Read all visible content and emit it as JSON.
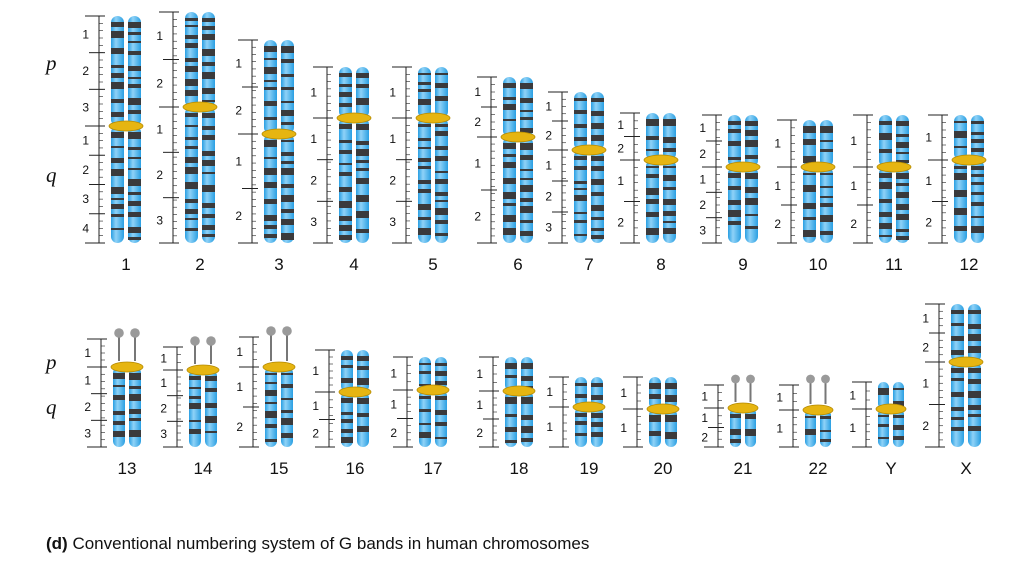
{
  "caption": {
    "panel": "(d)",
    "text": "Conventional numbering system of G bands in human chromosomes"
  },
  "arm_labels": {
    "p": "p",
    "q": "q"
  },
  "colors": {
    "chromatid": "#2a9fe2",
    "chromatid_highlight": "#8fd2f7",
    "g_band": "#3a3a3c",
    "centromere": "#e6b511",
    "heterochromatin": "#9a9a9a",
    "ruler": "#222222"
  },
  "rows": [
    {
      "chromosomes": [
        {
          "name": "1",
          "p": [
            "3",
            "2",
            "1"
          ],
          "q": [
            "1",
            "2",
            "3",
            "4"
          ]
        },
        {
          "name": "2",
          "p": [
            "2",
            "1"
          ],
          "q": [
            "1",
            "2",
            "3"
          ]
        },
        {
          "name": "3",
          "p": [
            "2",
            "1"
          ],
          "q": [
            "1",
            "2"
          ]
        },
        {
          "name": "4",
          "p": [
            "1"
          ],
          "q": [
            "1",
            "2",
            "3"
          ]
        },
        {
          "name": "5",
          "p": [
            "1"
          ],
          "q": [
            "1",
            "2",
            "3"
          ]
        },
        {
          "name": "6",
          "p": [
            "2",
            "1"
          ],
          "q": [
            "1",
            "2"
          ]
        },
        {
          "name": "7",
          "p": [
            "2",
            "1"
          ],
          "q": [
            "1",
            "2",
            "3"
          ]
        },
        {
          "name": "8",
          "p": [
            "2",
            "1"
          ],
          "q": [
            "1",
            "2"
          ]
        },
        {
          "name": "9",
          "p": [
            "2",
            "1"
          ],
          "q": [
            "1",
            "2",
            "3"
          ]
        },
        {
          "name": "10",
          "p": [
            "1"
          ],
          "q": [
            "1",
            "2"
          ]
        },
        {
          "name": "11",
          "p": [
            "1"
          ],
          "q": [
            "1",
            "2"
          ]
        },
        {
          "name": "12",
          "p": [
            "1"
          ],
          "q": [
            "1",
            "2"
          ]
        }
      ]
    },
    {
      "chromosomes": [
        {
          "name": "13",
          "p": [
            "1"
          ],
          "q": [
            "1",
            "2",
            "3"
          ]
        },
        {
          "name": "14",
          "p": [
            "1"
          ],
          "q": [
            "1",
            "2",
            "3"
          ]
        },
        {
          "name": "15",
          "p": [
            "1"
          ],
          "q": [
            "1",
            "2"
          ]
        },
        {
          "name": "16",
          "p": [
            "1"
          ],
          "q": [
            "1",
            "2"
          ]
        },
        {
          "name": "17",
          "p": [
            "1"
          ],
          "q": [
            "1",
            "2"
          ]
        },
        {
          "name": "18",
          "p": [
            "1"
          ],
          "q": [
            "1",
            "2"
          ]
        },
        {
          "name": "19",
          "p": [
            "1"
          ],
          "q": [
            "1"
          ]
        },
        {
          "name": "20",
          "p": [
            "1"
          ],
          "q": [
            "1"
          ]
        },
        {
          "name": "21",
          "p": [
            "1"
          ],
          "q": [
            "1",
            "2"
          ]
        },
        {
          "name": "22",
          "p": [
            "1"
          ],
          "q": [
            "1"
          ]
        },
        {
          "name": "Y",
          "p": [
            "1"
          ],
          "q": [
            "1"
          ]
        },
        {
          "name": "X",
          "p": [
            "2",
            "1"
          ],
          "q": [
            "1",
            "2"
          ]
        }
      ]
    }
  ]
}
